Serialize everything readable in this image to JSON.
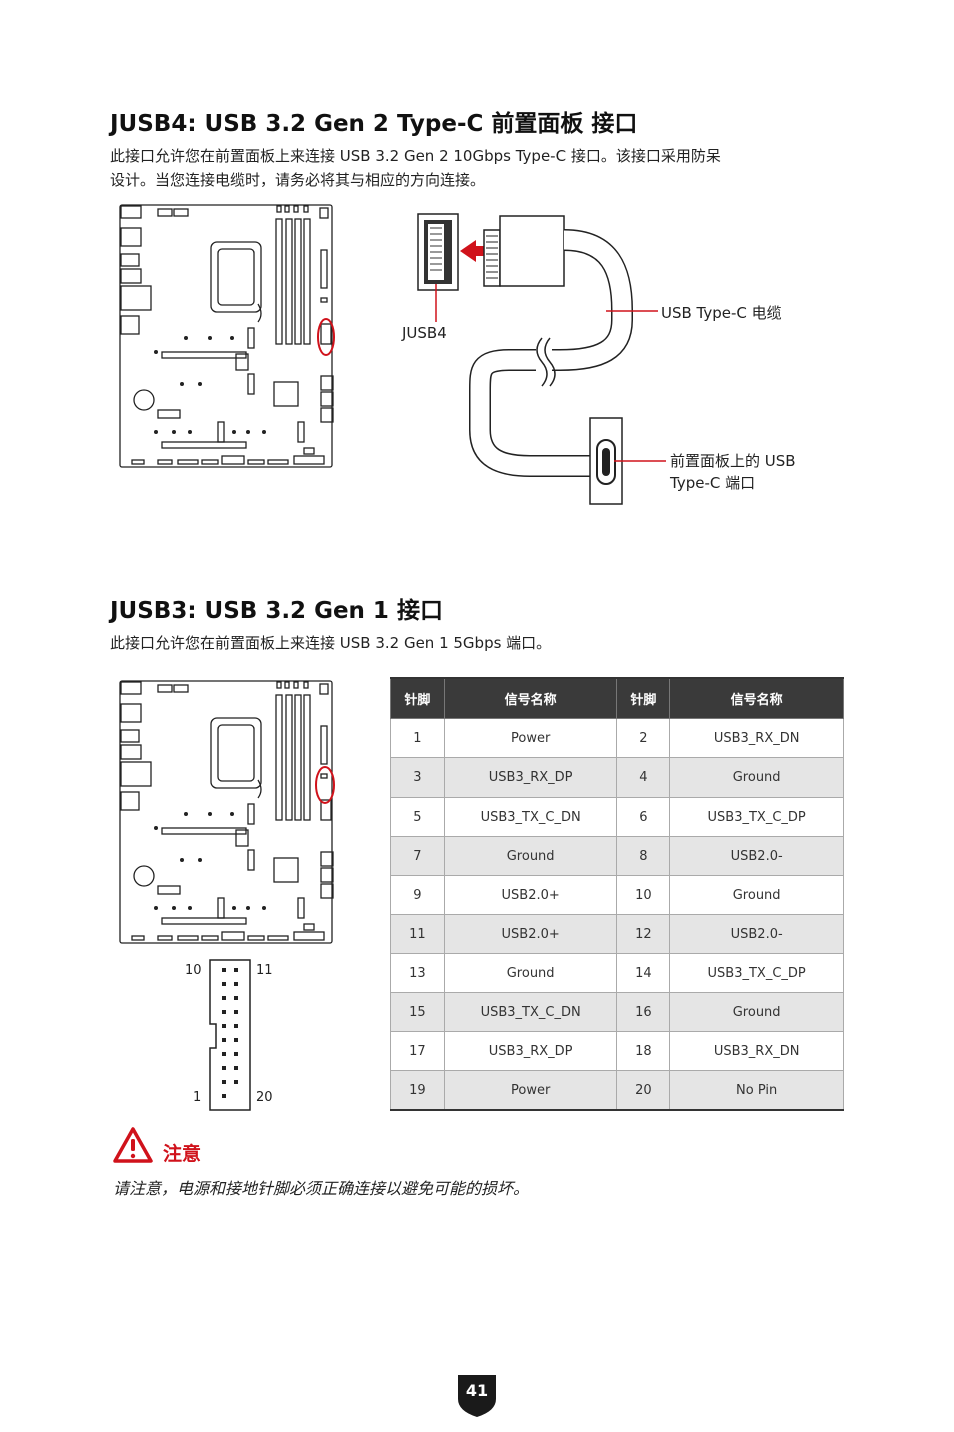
{
  "section1": {
    "title": "JUSB4: USB 3.2 Gen 2 Type-C 前置面板 接口",
    "desc_line1": "此接口允许您在前置面板上来连接 USB 3.2 Gen 2 10Gbps Type-C 接口。该接口采用防呆",
    "desc_line2": "设计。当您连接电缆时，请务必将其与相应的方向连接。",
    "connector_label": "JUSB4",
    "cable_label": "USB Type-C 电缆",
    "port_label_line1": "前置面板上的 USB",
    "port_label_line2": "Type-C 端口"
  },
  "section2": {
    "title": "JUSB3: USB 3.2 Gen 1 接口",
    "desc": "此接口允许您在前置面板上来连接 USB 3.2 Gen 1 5Gbps 端口。",
    "header_pins": {
      "top_left": "10",
      "top_right": "11",
      "bottom_left": "1",
      "bottom_right": "20"
    },
    "table": {
      "headers": [
        "针脚",
        "信号名称",
        "针脚",
        "信号名称"
      ],
      "rows": [
        [
          "1",
          "Power",
          "2",
          "USB3_RX_DN"
        ],
        [
          "3",
          "USB3_RX_DP",
          "4",
          "Ground"
        ],
        [
          "5",
          "USB3_TX_C_DN",
          "6",
          "USB3_TX_C_DP"
        ],
        [
          "7",
          "Ground",
          "8",
          "USB2.0-"
        ],
        [
          "9",
          "USB2.0+",
          "10",
          "Ground"
        ],
        [
          "11",
          "USB2.0+",
          "12",
          "USB2.0-"
        ],
        [
          "13",
          "Ground",
          "14",
          "USB3_TX_C_DP"
        ],
        [
          "15",
          "USB3_TX_C_DN",
          "16",
          "Ground"
        ],
        [
          "17",
          "USB3_RX_DP",
          "18",
          "USB3_RX_DN"
        ],
        [
          "19",
          "Power",
          "20",
          "No Pin"
        ]
      ]
    }
  },
  "caution": {
    "title": "注意",
    "text": "请注意，电源和接地针脚必须正确连接以避免可能的损坏。",
    "icon": "warning-triangle-icon",
    "color": "#d0121b"
  },
  "page_number": "41",
  "colors": {
    "accent": "#d0121b",
    "table_header": "#3a3a3a",
    "row_alt": "#e5e5e5"
  }
}
